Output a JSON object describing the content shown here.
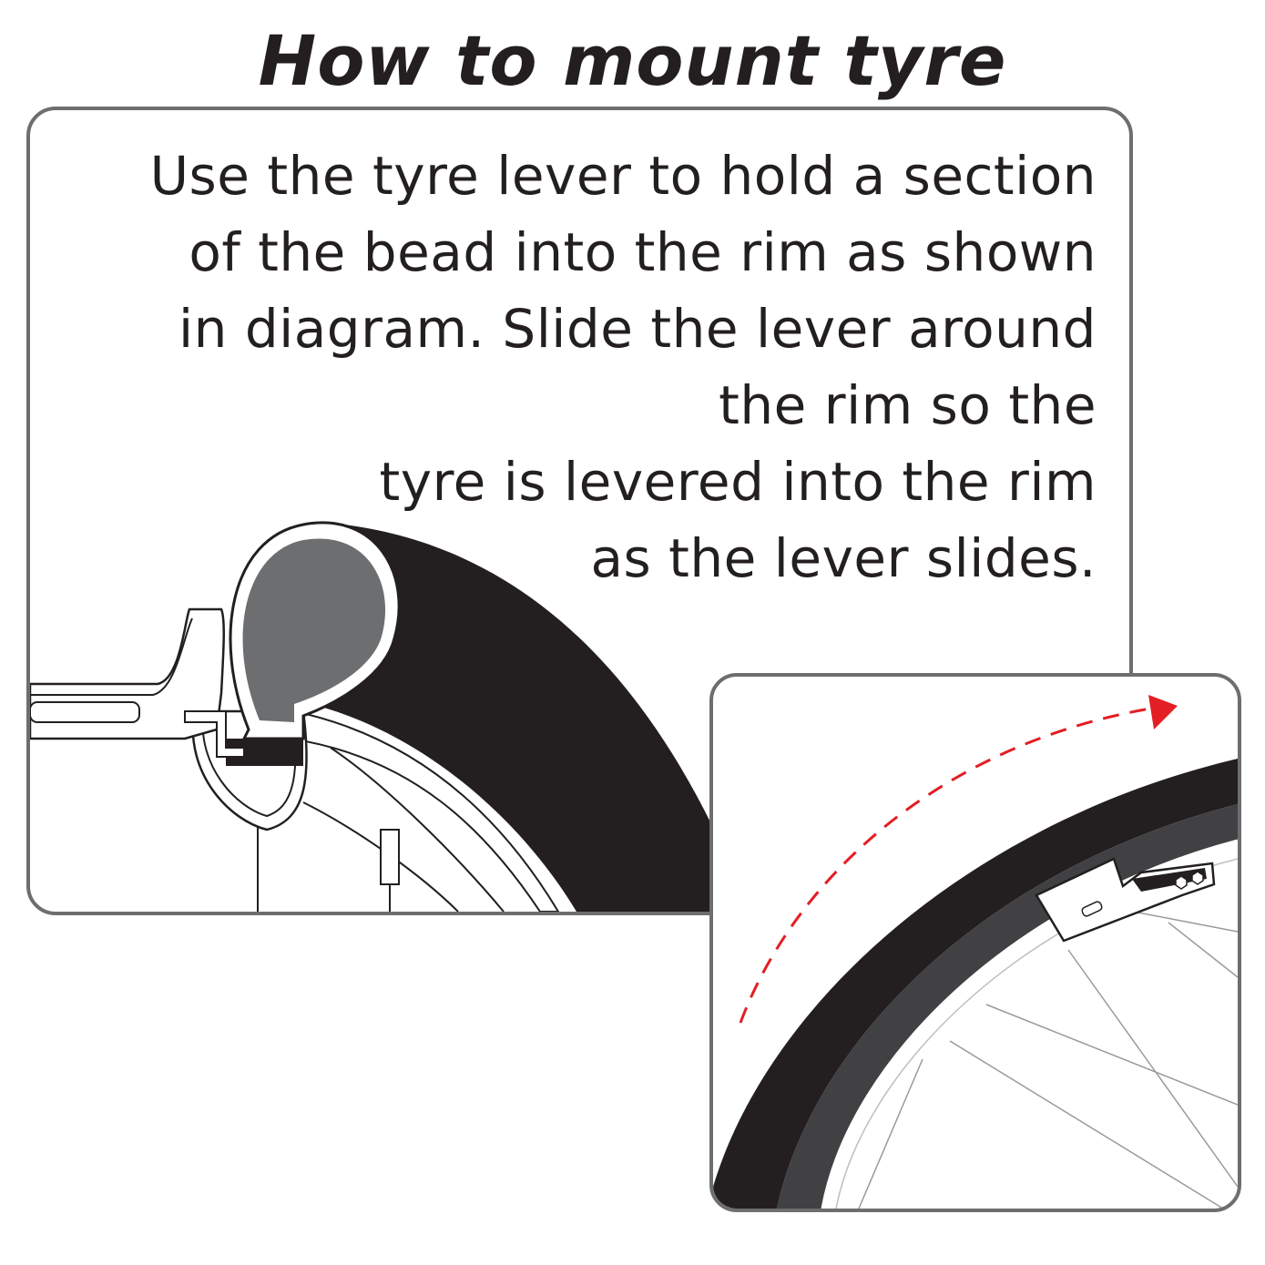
{
  "title": "How to mount tyre",
  "instructions": {
    "lines": [
      "Use the tyre lever to hold a section",
      "of the bead into the rim as shown",
      "in diagram. Slide the lever around",
      "the rim so the",
      "tyre is levered into the rim",
      "as the lever slides."
    ]
  },
  "colors": {
    "tyre": "#231f20",
    "tube": "#6d6e70",
    "border": "#6d6e70",
    "arrow": "#e31e24",
    "text": "#231f20"
  },
  "icons": {
    "cross_section": "tyre-cross-section-illustration",
    "wheel_closeup": "wheel-with-tyre-lever-illustration",
    "direction": "dashed-arrow-icon"
  }
}
